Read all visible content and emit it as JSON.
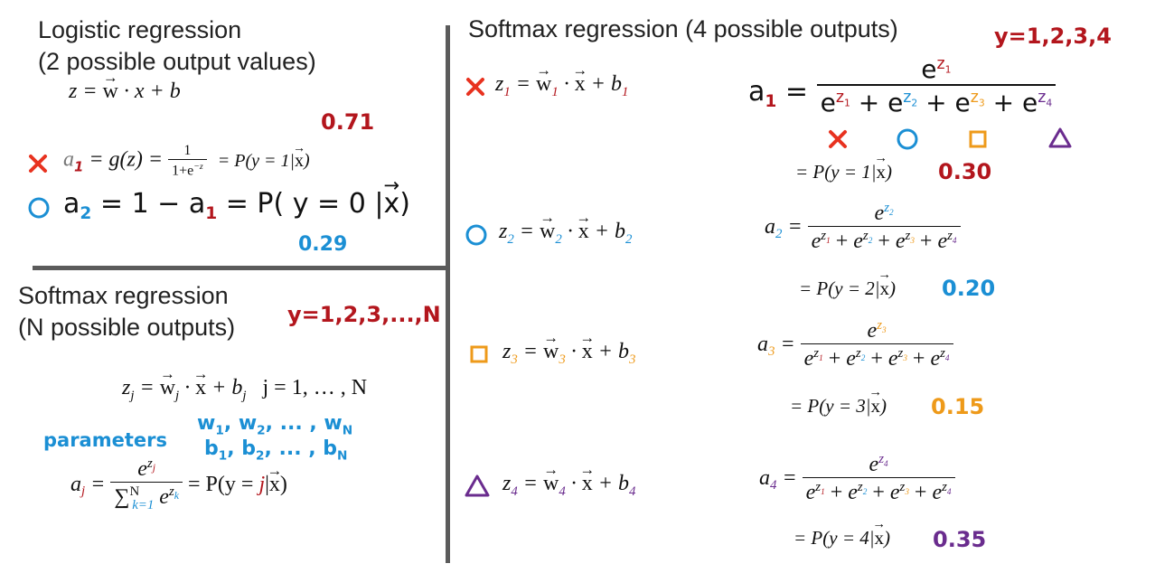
{
  "logistic": {
    "title": "Logistic regression",
    "subtitle": "(2 possible output values)",
    "z_eq_lhs": "z =",
    "z_eq_mid": "· x + b",
    "w": "w",
    "a1_label": "a",
    "a1_sub": "1",
    "a1_eq": "= g(z) =",
    "sig_num": "1",
    "sig_den": "1+e",
    "sig_exp": "−z",
    "a1_prob": "= P(y = 1|",
    "x": "x",
    "close": ")",
    "a1_value": "0.71",
    "a2_label": "a",
    "a2_sub": "2",
    "a2_eq": "= 1 − a",
    "a2_sub1": "1",
    "a2_prob": "= P( y = 0 |",
    "a2_value": "0.29"
  },
  "softmax_n": {
    "title": "Softmax regression",
    "subtitle": "(N possible outputs)",
    "y_range": "y=1,2,3,...,N",
    "zj_lhs": "z",
    "zj_sub": "j",
    "zj_mid": "=",
    "zj_dot": "·",
    "zj_plus": "+  b",
    "zj_range": "j = 1, … , N",
    "params_label": "parameters",
    "w_params": "w",
    "w_params_rest": ", w",
    "w_params_tail": ", ... , w",
    "b_params": "b",
    "b_params_rest": ", b",
    "b_params_tail": ", ... , b",
    "sub1": "1",
    "sub2": "2",
    "subN": "N",
    "aj_lhs": "a",
    "aj_num": "e",
    "aj_sum": "∑",
    "aj_sum_top": "N",
    "aj_sum_bottom": "k=1",
    "aj_den_e": "e",
    "aj_prob": "= P(y = ",
    "aj_prob_j": "j",
    "aj_prob_end": "|"
  },
  "softmax_4": {
    "title": "Softmax regression (4 possible outputs)",
    "y_range": "y=1,2,3,4",
    "rows": [
      {
        "z": "z",
        "sub": "1",
        "eq": "=",
        "dot": "·",
        "plus": "+ b",
        "a": "a",
        "prob": "= P(y = 1|",
        "value": "0.30"
      },
      {
        "z": "z",
        "sub": "2",
        "eq": "=",
        "dot": "·",
        "plus": "+ b",
        "a": "a",
        "prob": "= P(y = 2|",
        "value": "0.20"
      },
      {
        "z": "z",
        "sub": "3",
        "eq": "=",
        "dot": "·",
        "plus": "+ b",
        "a": "a",
        "prob": "= P(y = 3|",
        "value": "0.15"
      },
      {
        "z": "z",
        "sub": "4",
        "eq": "=",
        "dot": "·",
        "plus": "+ b",
        "a": "a",
        "prob": "= P(y = 4|",
        "value": "0.35"
      }
    ],
    "den_e": "e",
    "den_z": "z",
    "den_plus": "+",
    "eq_sign": "="
  },
  "colors": {
    "red": "#b3161d",
    "blue": "#1b8fd4",
    "orange": "#ee9a1a",
    "purple": "#6a2c8e",
    "marker_cross": "#e8321f"
  },
  "icons": [
    "cross-icon",
    "circle-icon",
    "square-icon",
    "triangle-icon"
  ]
}
